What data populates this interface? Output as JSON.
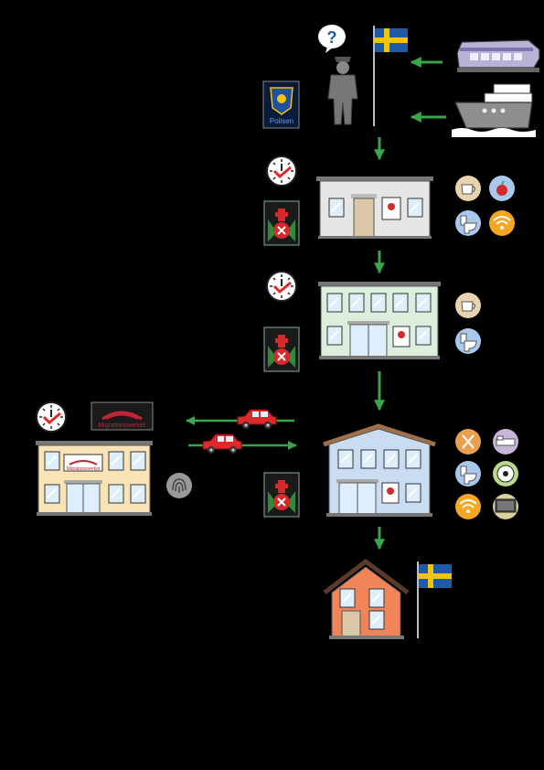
{
  "colors": {
    "background": "#000000",
    "arrow": "#3aa54a",
    "flag_blue": "#1f5aa6",
    "flag_yellow": "#f5c400",
    "car": "#e0282a",
    "building_grey": "#e6e6e6",
    "building_green": "#dcefdc",
    "building_blue": "#c9dcf2",
    "building_yellow": "#fae3b4",
    "house_orange": "#f0855a",
    "icon_tan": "#e8d2b0",
    "icon_blue": "#a9c9ec",
    "icon_orange": "#f5a623",
    "icon_purple": "#c8b6d8",
    "icon_green": "#b8d88a",
    "migration_red": "#c0253a"
  },
  "texts": {
    "police_badge": "Polisen",
    "migration_sign": "Migrationsverket",
    "migration_building_sign": "Migrationsverket",
    "question_mark": "?"
  },
  "icons": {
    "arrival": [
      "train-icon",
      "ship-icon"
    ],
    "police": [
      "police-officer-icon",
      "police-badge-icon",
      "question-bubble-icon",
      "swedish-flag-icon"
    ],
    "stage1": [
      "clock-icon",
      "red-cross-icon",
      "coffee-icon",
      "apple-icon",
      "toilet-icon",
      "wifi-icon"
    ],
    "stage2": [
      "clock-icon",
      "red-cross-icon",
      "coffee-icon",
      "toilet-icon"
    ],
    "stage3": [
      "red-cross-icon",
      "cutlery-icon",
      "bed-icon",
      "toilet-icon",
      "football-icon",
      "wifi-icon",
      "tv-icon"
    ],
    "migration": [
      "clock-icon",
      "migration-logo-icon",
      "fingerprint-icon",
      "car-icon"
    ],
    "final": [
      "house-icon",
      "swedish-flag-icon"
    ]
  }
}
